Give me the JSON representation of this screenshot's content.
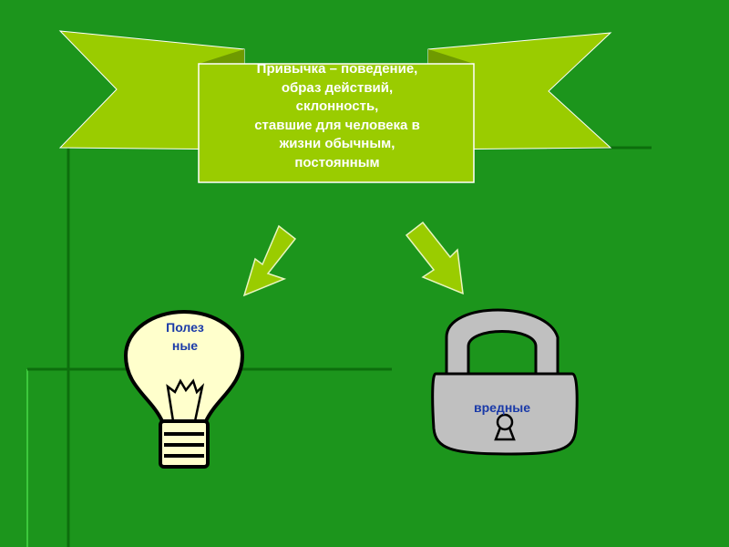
{
  "banner": {
    "lines": [
      "Привычка – поведение,",
      "образ действий,",
      "склонность,",
      "ставшие для человека в",
      "жизни обычным,",
      "постоянным"
    ]
  },
  "left_item": {
    "icon": "lightbulb-icon",
    "label_lines": [
      "Полез",
      "ные"
    ]
  },
  "right_item": {
    "icon": "padlock-icon",
    "label": "вредные"
  },
  "colors": {
    "background": "#1f9a1f",
    "banner_fill": "#9acc00",
    "arrow_fill": "#9acc00",
    "bulb_fill": "#ffffcc",
    "lock_fill": "#c0c0c0",
    "label_text": "#1a3aa8",
    "banner_text": "#ffffff"
  }
}
